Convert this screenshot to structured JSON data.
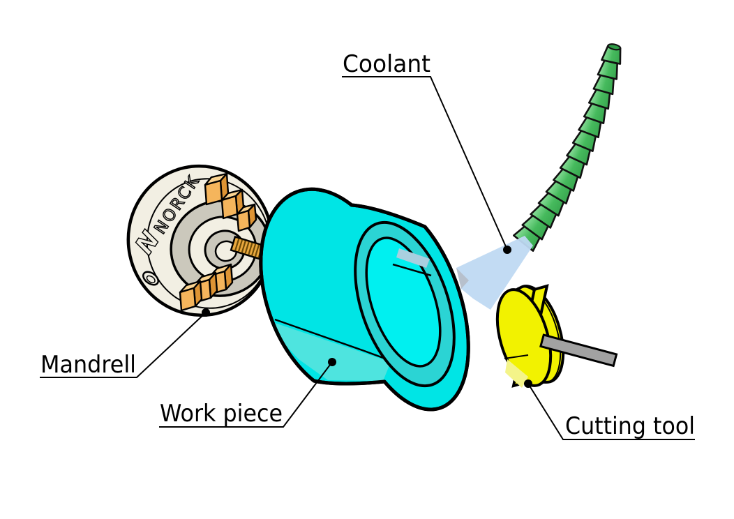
{
  "labels": {
    "coolant": "Coolant",
    "mandrell": "Mandrell",
    "workpiece": "Work piece",
    "cutting_tool": "Cutting tool"
  },
  "chuck": {
    "logo": "N",
    "brand": "NORCK"
  },
  "colors": {
    "background": "#FFFFFF",
    "outline": "#000000",
    "label_text": "#000000",
    "chuck_cream": "#F2EFE3",
    "chuck_recess_gray": "#CBC8BC",
    "jaw_orange": "#F5B55C",
    "jaw_orange_light": "#FBD491",
    "jaw_orange_dark": "#DE9434",
    "mandrel_gold": "#E8A83E",
    "workpiece_cyan": "#00E5E5",
    "workpiece_face_teal": "#2BD4D4",
    "workpiece_bore_cyan": "#00F0F0",
    "workpiece_band_light": "#4EE4DF",
    "hose_green": "#46BA5D",
    "hose_green_light": "#8FE09E",
    "hose_green_dark": "#2E9A46",
    "spray_blue": "#BFD9F2",
    "spray_fold_gray": "#B6BCC8",
    "disc_yellow": "#F2F200",
    "disc_yellow_light": "#F4F489",
    "shaft_gray": "#A2A2A2"
  }
}
